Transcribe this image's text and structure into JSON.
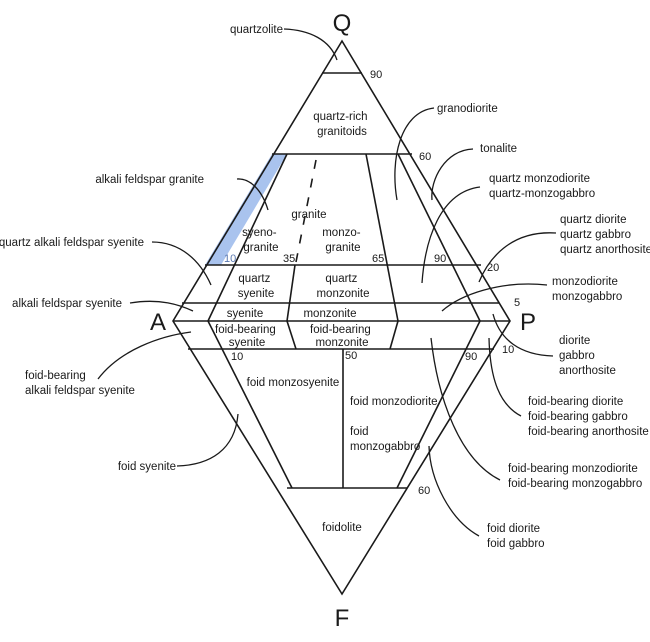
{
  "title": "QAPF diagram for plutonic igneous rocks",
  "vertices": {
    "Q": "Q",
    "A": "A",
    "P": "P",
    "F": "F"
  },
  "highlight_color": "#a9c3ee",
  "tick_labels": {
    "q90": "90",
    "q60": "60",
    "q20": "20",
    "q5": "5",
    "f10": "10",
    "f60": "60",
    "p10": "10",
    "p35": "35",
    "p65": "65",
    "p90": "90",
    "fp10": "10",
    "fp50": "50",
    "fp90": "90"
  },
  "region_labels": {
    "quartz_rich": [
      "quartz-rich",
      "granitoids"
    ],
    "granite": "granite",
    "syenogranite": [
      "syeno-",
      "granite"
    ],
    "monzogranite": [
      "monzo-",
      "granite"
    ],
    "quartz_syenite": [
      "quartz",
      "syenite"
    ],
    "quartz_monzonite": [
      "quartz",
      "monzonite"
    ],
    "syenite": "syenite",
    "monzonite": "monzonite",
    "foid_bearing_syenite": [
      "foid-bearing",
      "syenite"
    ],
    "foid_bearing_monzonite": [
      "foid-bearing",
      "monzonite"
    ],
    "foid_monzosyenite": "foid monzosyenite",
    "foid_monzodiorite": "foid monzodiorite",
    "foid_monzogabbro": [
      "foid",
      "monzogabbro"
    ],
    "foidolite": "foidolite"
  },
  "callouts": {
    "quartzolite": "quartzolite",
    "alkali_feldspar_granite": "alkali feldspar granite",
    "quartz_alkali_feldspar_syenite": "quartz alkali feldspar syenite",
    "alkali_feldspar_syenite": "alkali feldspar syenite",
    "foid_bearing_alkali_feldspar_syenite": [
      "foid-bearing",
      "alkali feldspar syenite"
    ],
    "foid_syenite": "foid syenite",
    "granodiorite": "granodiorite",
    "tonalite": "tonalite",
    "quartz_monzodiorite": [
      "quartz monzodiorite",
      "quartz-monzogabbro"
    ],
    "quartz_diorite": [
      "quartz diorite",
      "quartz gabbro",
      "quartz anorthosite"
    ],
    "monzodiorite": [
      "monzodiorite",
      "monzogabbro"
    ],
    "diorite": [
      "diorite",
      "gabbro",
      "anorthosite"
    ],
    "foid_bearing_diorite": [
      "foid-bearing diorite",
      "foid-bearing gabbro",
      "foid-bearing anorthosite"
    ],
    "foid_bearing_monzodiorite": [
      "foid-bearing monzodiorite",
      "foid-bearing monzogabbro"
    ],
    "foid_diorite": [
      "foid diorite",
      "foid gabbro"
    ]
  }
}
